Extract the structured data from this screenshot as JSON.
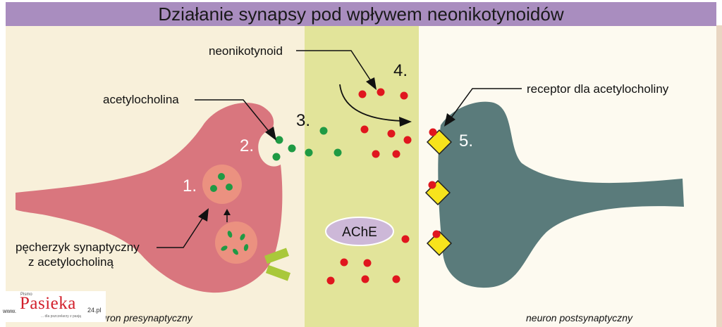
{
  "title": "Działanie synapsy pod wpływem neonikotynoidów",
  "labels": {
    "neonicotinoid": "neonikotynoid",
    "acetylcholine": "acetylocholina",
    "receptor": "receptor dla acetylocholiny",
    "vesicle_line1": "pęcherzyk synaptyczny",
    "vesicle_line2": "z acetylocholiną",
    "enzyme": "AChE",
    "presynaptic": "neuron presynaptyczny",
    "postsynaptic": "neuron postsynaptyczny"
  },
  "steps": [
    "1.",
    "2.",
    "3.",
    "4.",
    "5."
  ],
  "logo": {
    "pismo": "Pismo",
    "www": "www.",
    "brand": "Pasieka",
    "tld": "24.pl",
    "tagline": "... dla pszczelarzy z pasją"
  },
  "colors": {
    "title_band": "#a98dbf",
    "presynaptic_bg": "#f8f0da",
    "cleft_bg": "#e2e49a",
    "postsynaptic_bg": "#fdfaf0",
    "presynaptic_neuron": "#d9767e",
    "vesicle": "#eb9180",
    "postsynaptic_neuron": "#5a7b7b",
    "acetylcholine_molecule": "#1f9a44",
    "neonicotinoid_molecule": "#e0161e",
    "receptor": "#f7e31c",
    "enzyme": "#cdb8d8",
    "channel": "#a9c83a"
  }
}
